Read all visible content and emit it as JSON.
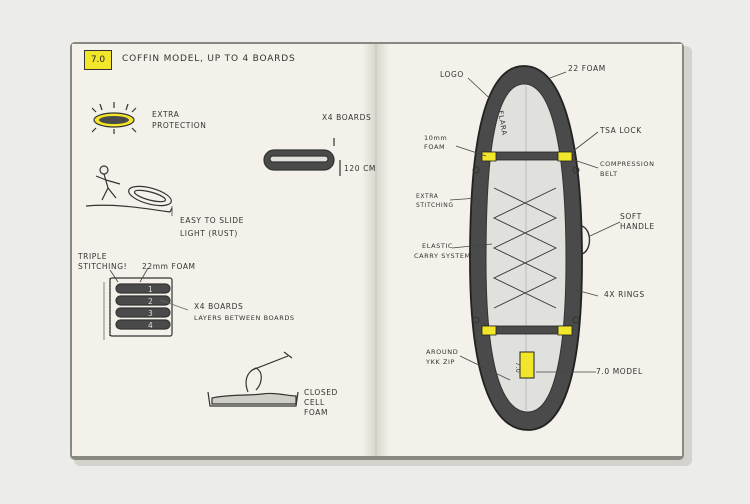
{
  "left_page": {
    "tag": "7.0",
    "title": "COFFIN MODEL, UP TO 4 BOARDS",
    "extra_protection": [
      "EXTRA",
      "PROTECTION"
    ],
    "x4_boards_top": "X4 BOARDS",
    "dimension": "120 CM",
    "slide_note": [
      "EASY TO SLIDE",
      "LIGHT (RUST)"
    ],
    "triple_stitching": [
      "TRIPLE",
      "STITCHING!"
    ],
    "foam_22": "22mm FOAM",
    "board_numbers": [
      "1",
      "2",
      "3",
      "4"
    ],
    "x4_boards_layers": [
      "X4 BOARDS",
      "LAYERS BETWEEN BOARDS"
    ],
    "closed_cell": [
      "CLOSED",
      "CELL",
      "FOAM"
    ]
  },
  "right_page": {
    "logo": "LOGO",
    "foam_22": "22 FOAM",
    "board_brand": "FLARA",
    "foam_10": [
      "10mm",
      "FOAM"
    ],
    "tsa_lock": "TSA LOCK",
    "compression_belt": [
      "COMPRESSION",
      "BELT"
    ],
    "extra_stitching": [
      "EXTRA",
      "STITCHING"
    ],
    "soft_handle": [
      "SOFT",
      "HANDLE"
    ],
    "elastic_carry": [
      "ELASTIC",
      "CARRY SYSTEM"
    ],
    "rings": "4X RINGS",
    "around_zip": [
      "AROUND",
      "YKK ZIP"
    ],
    "model": "7.0 MODEL",
    "tag_mark": "7.0"
  },
  "colors": {
    "paper": "#f3f1e9",
    "background": "#ececea",
    "bag_fill": "#4a4a4a",
    "inner_board": "#e0e0dc",
    "accent_yellow": "#f2e62b",
    "ink": "#333333"
  }
}
